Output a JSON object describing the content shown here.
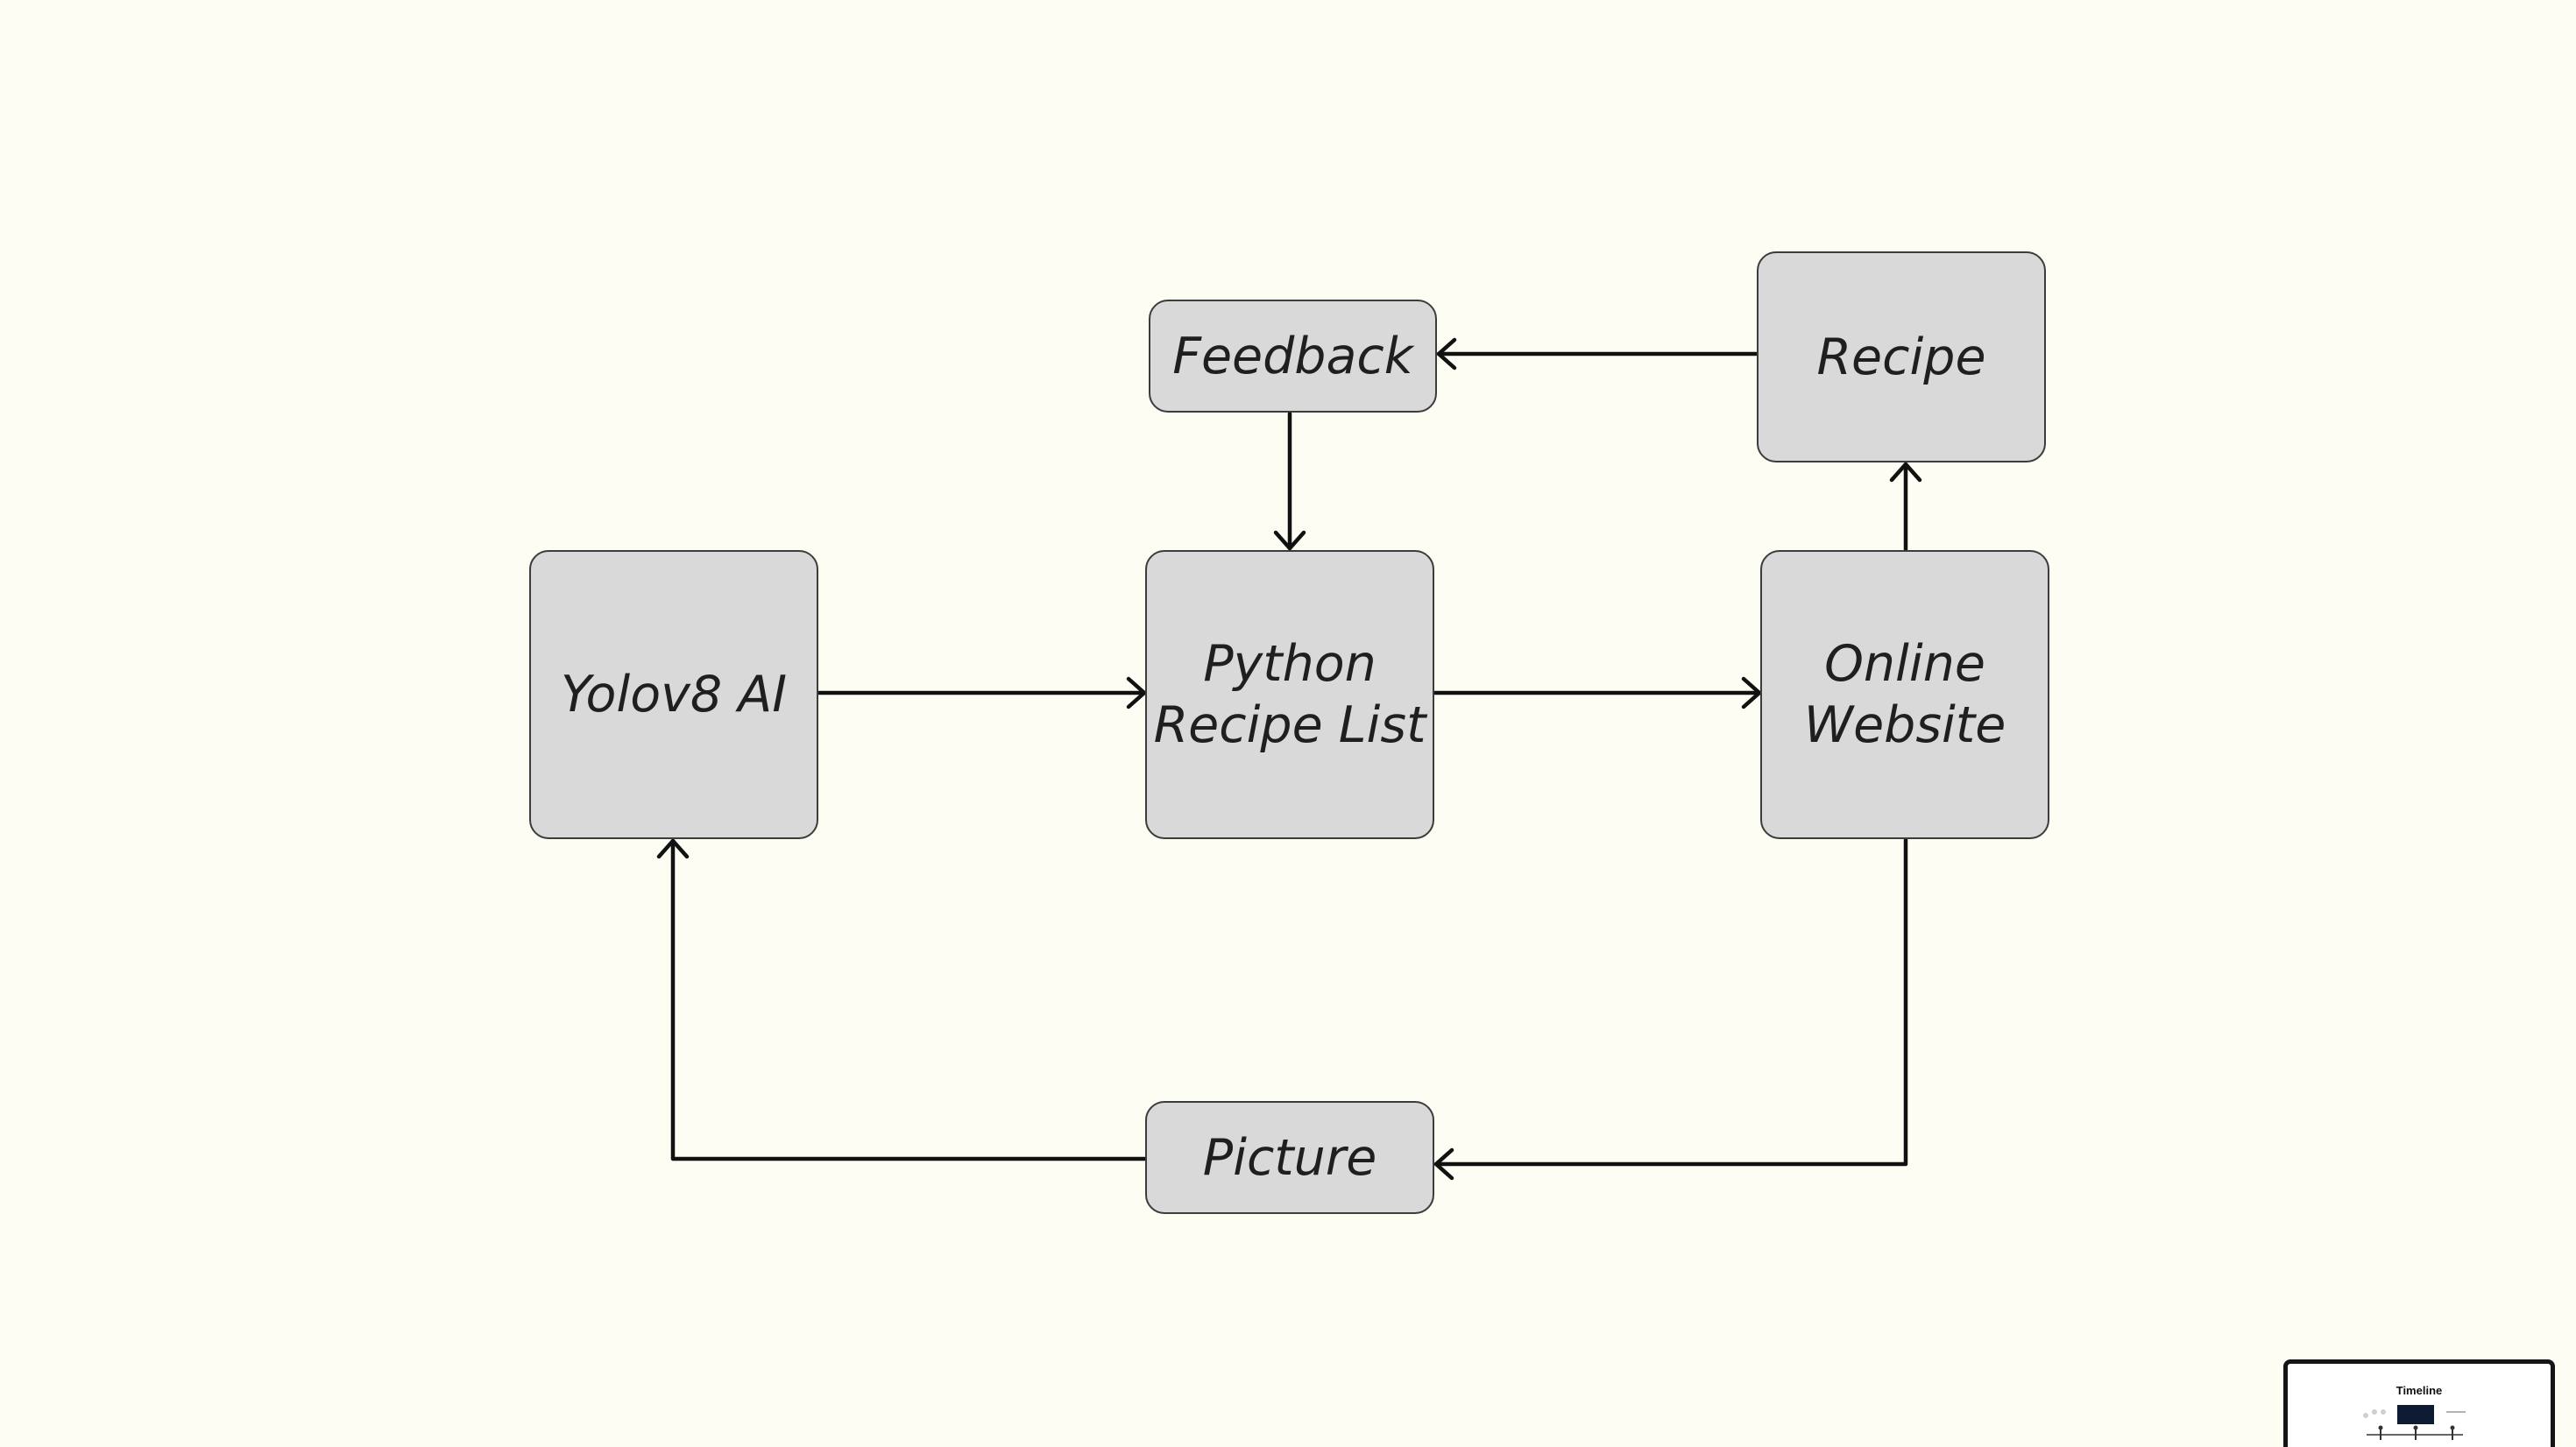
{
  "diagram": {
    "type": "flowchart",
    "nodes": {
      "feedback": "Feedback",
      "recipe": "Recipe",
      "yolo": "Yolov8 AI",
      "python": "Python\nRecipe List",
      "online": "Online\nWebsite",
      "picture": "Picture"
    },
    "edges": [
      {
        "from": "Recipe",
        "to": "Feedback"
      },
      {
        "from": "Feedback",
        "to": "Python Recipe List"
      },
      {
        "from": "Yolov8 AI",
        "to": "Python Recipe List"
      },
      {
        "from": "Python Recipe List",
        "to": "Online Website"
      },
      {
        "from": "Online Website",
        "to": "Recipe"
      },
      {
        "from": "Online Website",
        "to": "Picture"
      },
      {
        "from": "Picture",
        "to": "Yolov8 AI"
      }
    ]
  },
  "minimap": {
    "title": "Timeline"
  },
  "colors": {
    "background": "#fdfdf3",
    "node_fill": "#d9d9d9",
    "node_border": "#3c3c3c",
    "edge": "#111111"
  }
}
